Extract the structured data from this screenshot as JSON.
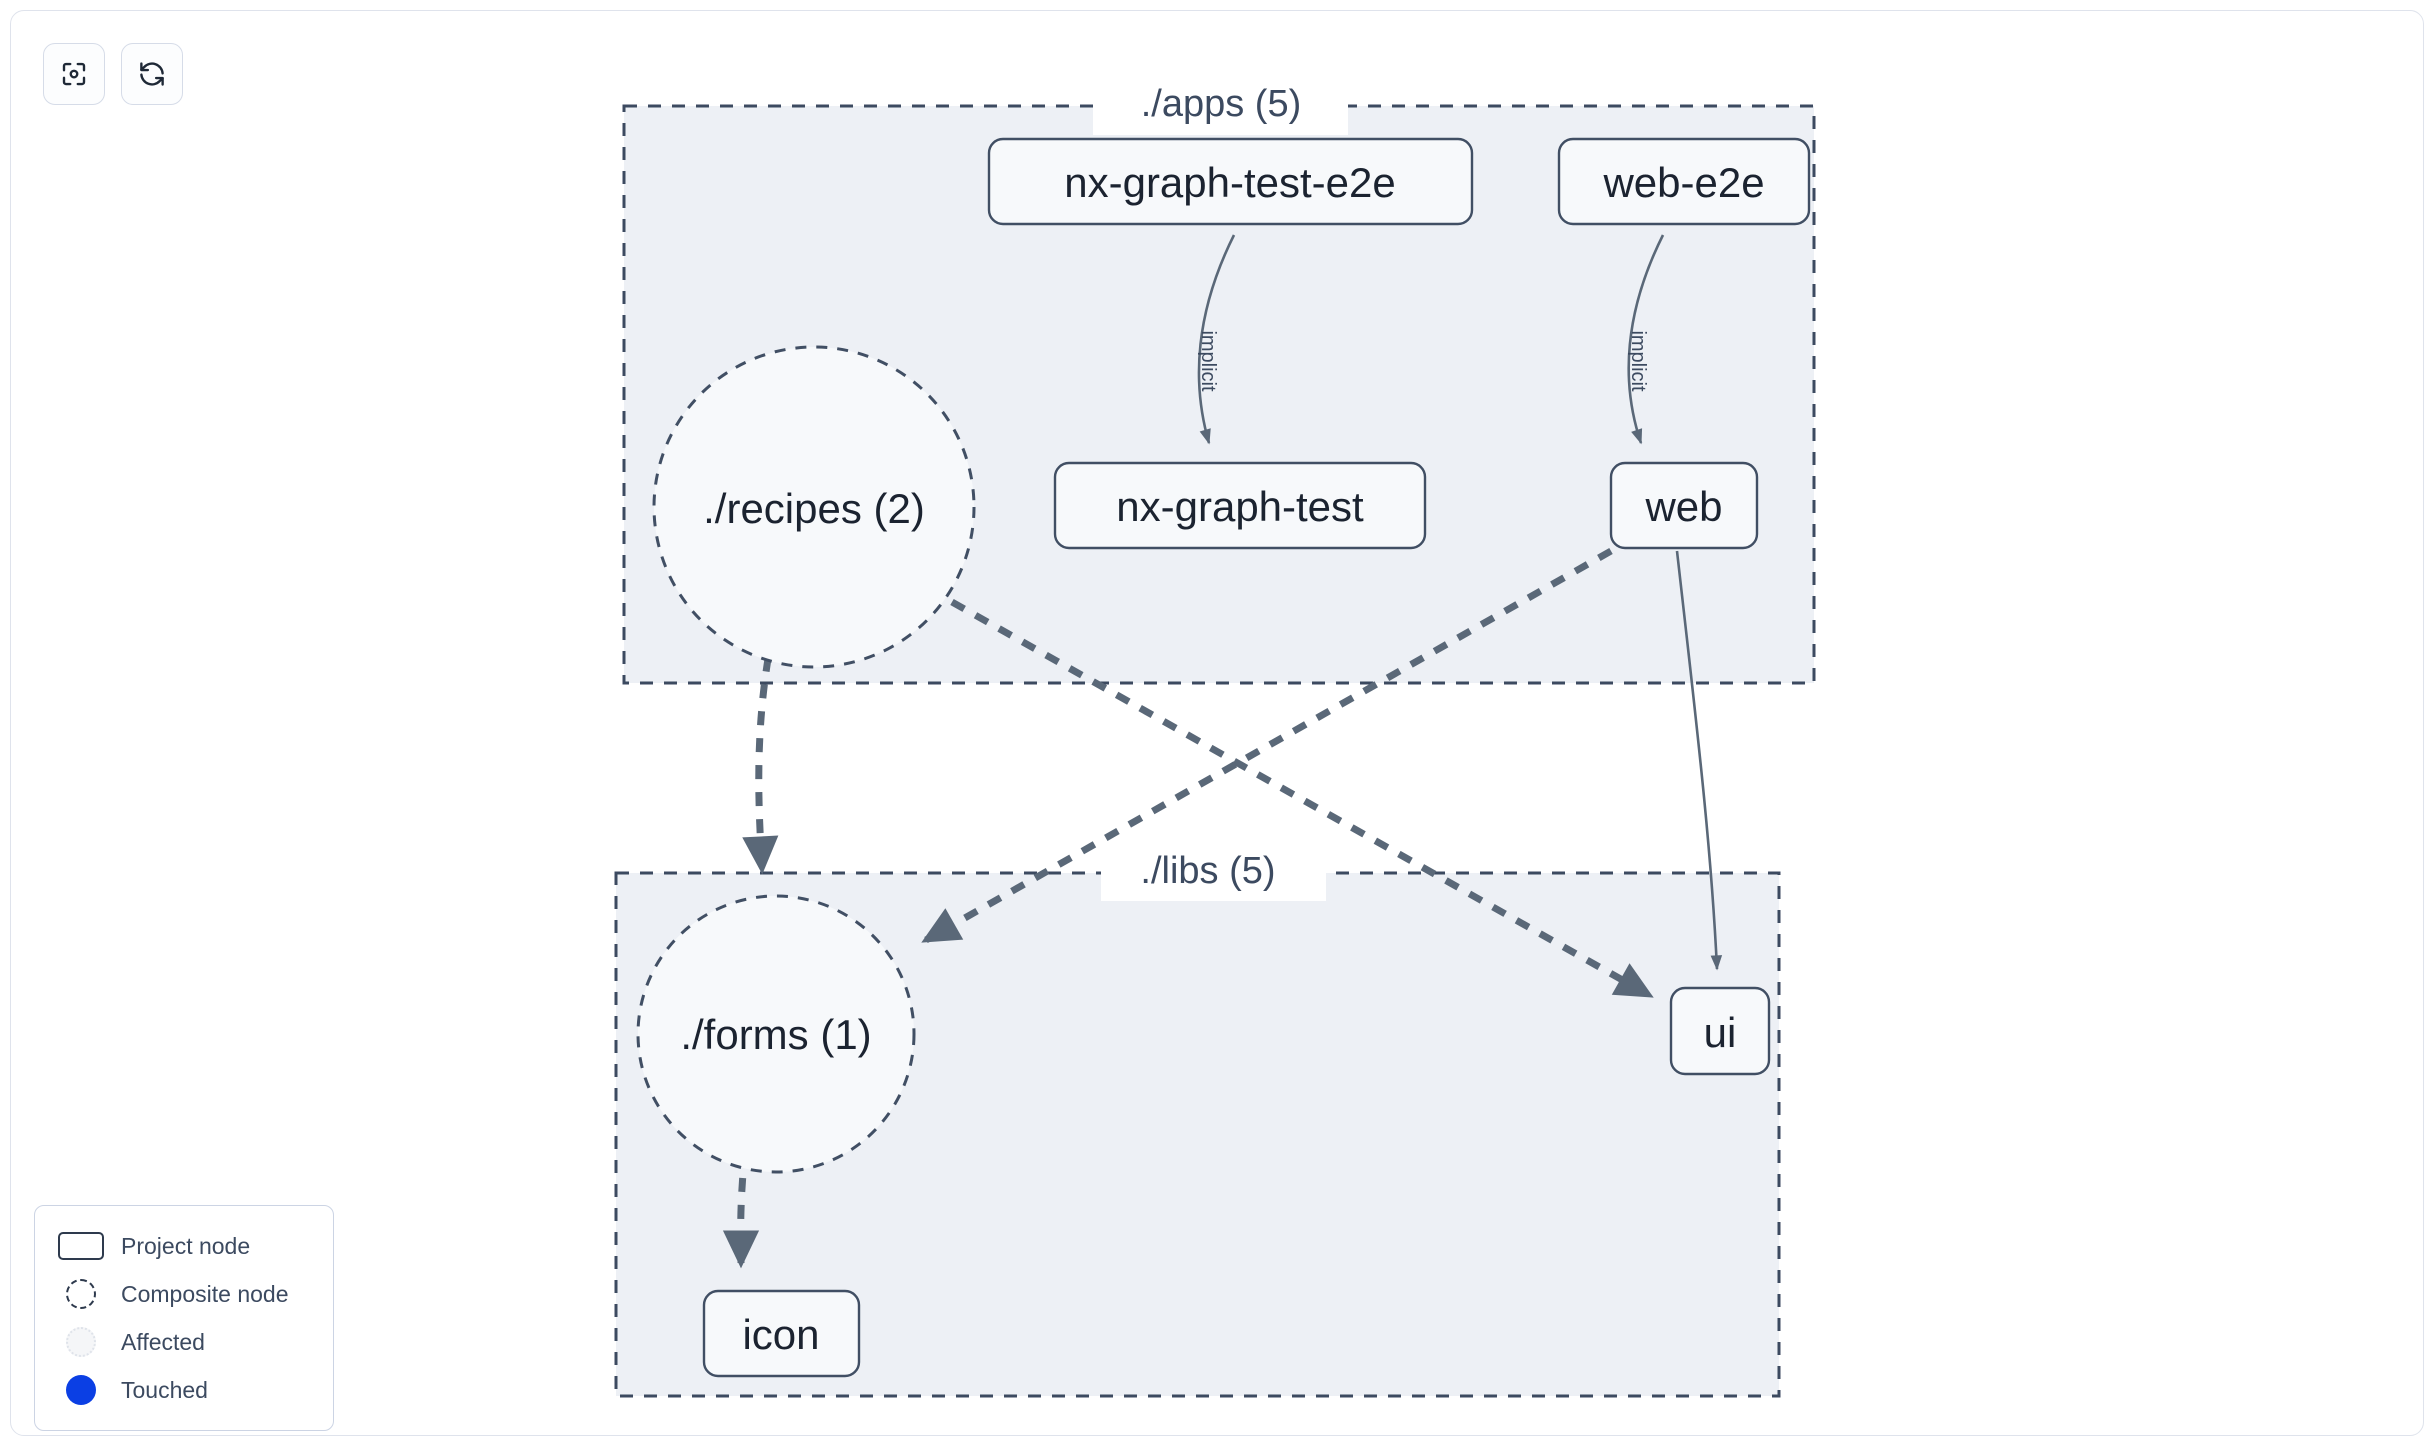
{
  "toolbar": {
    "buttons": [
      {
        "name": "focus-graph-button",
        "icon": "focus-target-icon",
        "label": ""
      },
      {
        "name": "refresh-graph-button",
        "icon": "refresh-icon",
        "label": ""
      }
    ]
  },
  "graph": {
    "groups": [
      {
        "id": "apps",
        "label": "./apps (5)"
      },
      {
        "id": "libs",
        "label": "./libs (5)"
      }
    ],
    "nodes": [
      {
        "id": "nx-graph-test-e2e",
        "label": "nx-graph-test-e2e",
        "type": "project"
      },
      {
        "id": "web-e2e",
        "label": "web-e2e",
        "type": "project"
      },
      {
        "id": "recipes",
        "label": "./recipes (2)",
        "type": "composite"
      },
      {
        "id": "nx-graph-test",
        "label": "nx-graph-test",
        "type": "project"
      },
      {
        "id": "web",
        "label": "web",
        "type": "project"
      },
      {
        "id": "forms",
        "label": "./forms (1)",
        "type": "composite"
      },
      {
        "id": "ui",
        "label": "ui",
        "type": "project"
      },
      {
        "id": "icon",
        "label": "icon",
        "type": "project"
      }
    ],
    "edges": [
      {
        "from": "nx-graph-test-e2e",
        "to": "nx-graph-test",
        "label": "implicit",
        "style": "solid"
      },
      {
        "from": "web-e2e",
        "to": "web",
        "label": "implicit",
        "style": "solid"
      },
      {
        "from": "web",
        "to": "ui",
        "label": "",
        "style": "solid"
      },
      {
        "from": "recipes",
        "to": "forms",
        "label": "",
        "style": "dashed"
      },
      {
        "from": "recipes",
        "to": "ui",
        "label": "",
        "style": "dashed"
      },
      {
        "from": "web",
        "to": "forms",
        "label": "",
        "style": "dashed"
      },
      {
        "from": "forms",
        "to": "icon",
        "label": "",
        "style": "dashed"
      }
    ]
  },
  "legend": {
    "items": [
      {
        "swatch": "project-node-swatch",
        "label": "Project node"
      },
      {
        "swatch": "composite-node-swatch",
        "label": "Composite node"
      },
      {
        "swatch": "affected-swatch",
        "label": "Affected"
      },
      {
        "swatch": "touched-swatch",
        "label": "Touched"
      }
    ]
  },
  "colors": {
    "group_fill": "#edf0f5",
    "group_border": "#3c4a60",
    "node_fill": "#f7f9fb",
    "node_border": "#414f64",
    "edge": "#5a6878",
    "text": "#1b2330",
    "label_text": "#3c4a60",
    "touched": "#0b3fe4"
  }
}
